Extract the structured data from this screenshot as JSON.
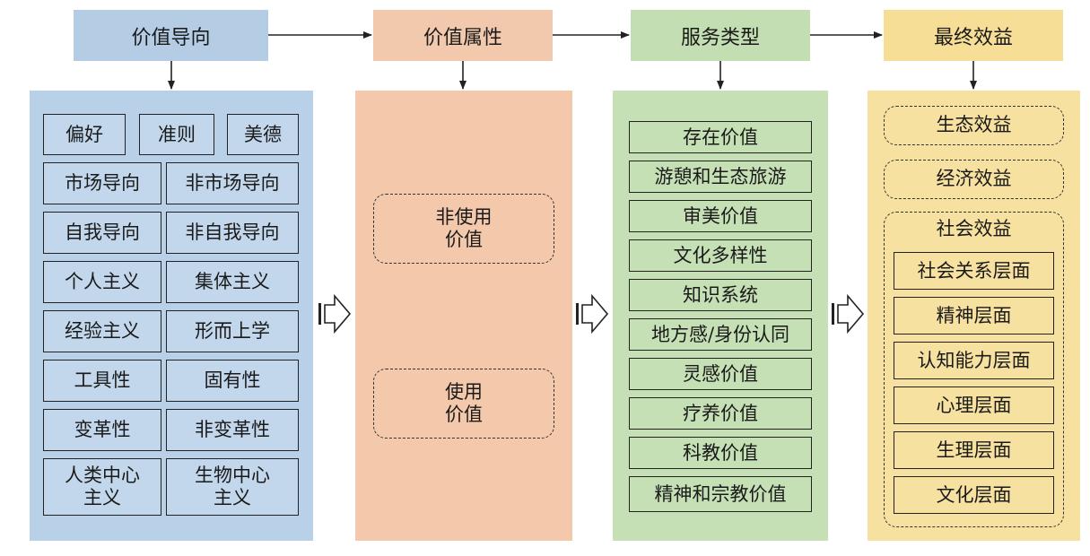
{
  "headers": [
    "价值导向",
    "价值属性",
    "服务类型",
    "最终效益"
  ],
  "colors": {
    "col1_header": "#b4cde4",
    "col1_panel": "#b8d1e8",
    "col1_box": "#c2d7ec",
    "col2_header": "#f2c9ad",
    "col2_panel": "#f3c8ab",
    "col3_header": "#c3deb2",
    "col3_panel": "#c6e0b6",
    "col4_header": "#f6de96",
    "col4_panel": "#f7e1a0",
    "line": "#222222"
  },
  "value_orientation": {
    "top_row": [
      "偏好",
      "准则",
      "美德"
    ],
    "pairs": [
      [
        "市场导向",
        "非市场导向"
      ],
      [
        "自我导向",
        "非自我导向"
      ],
      [
        "个人主义",
        "集体主义"
      ],
      [
        "经验主义",
        "形而上学"
      ],
      [
        "工具性",
        "固有性"
      ],
      [
        "变革性",
        "非变革性"
      ],
      [
        "人类中心\n主义",
        "生物中心\n主义"
      ]
    ]
  },
  "value_attributes": [
    "非使用\n价值",
    "使用\n价值"
  ],
  "service_types": [
    "存在价值",
    "游憩和生态旅游",
    "审美价值",
    "文化多样性",
    "知识系统",
    "地方感/身份认同",
    "灵感价值",
    "疗养价值",
    "科教价值",
    "精神和宗教价值"
  ],
  "final_benefits": {
    "items": [
      "生态效益",
      "经济效益"
    ],
    "social": {
      "title": "社会效益",
      "levels": [
        "社会关系层面",
        "精神层面",
        "认知能力层面",
        "心理层面",
        "生理层面",
        "文化层面"
      ]
    }
  }
}
